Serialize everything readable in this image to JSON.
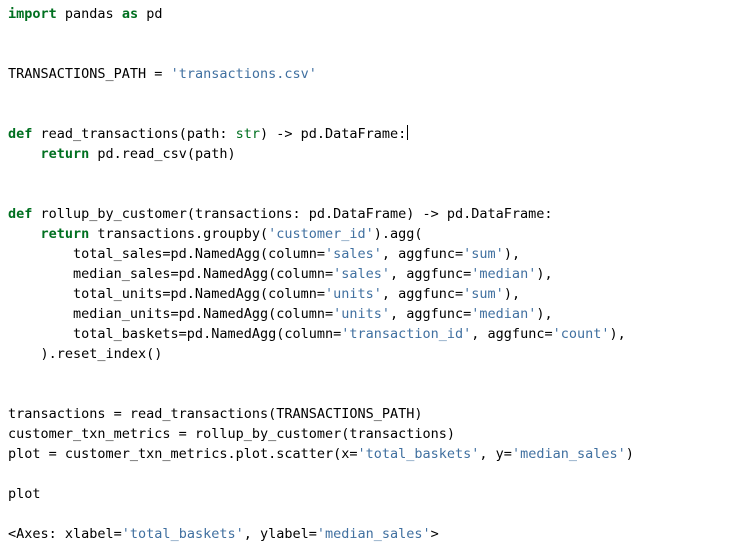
{
  "editor": {
    "language": "python",
    "colors": {
      "background": "#ffffff",
      "keyword": "#007020",
      "builtin": "#007020",
      "string": "#4070a0",
      "text": "#000000",
      "caret": "#000000"
    },
    "caret": {
      "visible": true,
      "after_line_index": 6
    }
  },
  "code": {
    "lines": [
      [
        {
          "t": "kw",
          "v": "import"
        },
        {
          "t": "plain",
          "v": " pandas "
        },
        {
          "t": "kw",
          "v": "as"
        },
        {
          "t": "plain",
          "v": " pd"
        }
      ],
      [],
      [],
      [
        {
          "t": "plain",
          "v": "TRANSACTIONS_PATH = "
        },
        {
          "t": "str",
          "v": "'transactions.csv'"
        }
      ],
      [],
      [],
      [
        {
          "t": "kw",
          "v": "def"
        },
        {
          "t": "plain",
          "v": " read_transactions(path: "
        },
        {
          "t": "bi",
          "v": "str"
        },
        {
          "t": "plain",
          "v": ") -> pd.DataFrame:"
        },
        {
          "t": "caret",
          "v": ""
        }
      ],
      [
        {
          "t": "plain",
          "v": "    "
        },
        {
          "t": "kw",
          "v": "return"
        },
        {
          "t": "plain",
          "v": " pd.read_csv(path)"
        }
      ],
      [],
      [],
      [
        {
          "t": "kw",
          "v": "def"
        },
        {
          "t": "plain",
          "v": " rollup_by_customer(transactions: pd.DataFrame) -> pd.DataFrame:"
        }
      ],
      [
        {
          "t": "plain",
          "v": "    "
        },
        {
          "t": "kw",
          "v": "return"
        },
        {
          "t": "plain",
          "v": " transactions.groupby("
        },
        {
          "t": "str",
          "v": "'customer_id'"
        },
        {
          "t": "plain",
          "v": ").agg("
        }
      ],
      [
        {
          "t": "plain",
          "v": "        total_sales=pd.NamedAgg(column="
        },
        {
          "t": "str",
          "v": "'sales'"
        },
        {
          "t": "plain",
          "v": ", aggfunc="
        },
        {
          "t": "str",
          "v": "'sum'"
        },
        {
          "t": "plain",
          "v": "),"
        }
      ],
      [
        {
          "t": "plain",
          "v": "        median_sales=pd.NamedAgg(column="
        },
        {
          "t": "str",
          "v": "'sales'"
        },
        {
          "t": "plain",
          "v": ", aggfunc="
        },
        {
          "t": "str",
          "v": "'median'"
        },
        {
          "t": "plain",
          "v": "),"
        }
      ],
      [
        {
          "t": "plain",
          "v": "        total_units=pd.NamedAgg(column="
        },
        {
          "t": "str",
          "v": "'units'"
        },
        {
          "t": "plain",
          "v": ", aggfunc="
        },
        {
          "t": "str",
          "v": "'sum'"
        },
        {
          "t": "plain",
          "v": "),"
        }
      ],
      [
        {
          "t": "plain",
          "v": "        median_units=pd.NamedAgg(column="
        },
        {
          "t": "str",
          "v": "'units'"
        },
        {
          "t": "plain",
          "v": ", aggfunc="
        },
        {
          "t": "str",
          "v": "'median'"
        },
        {
          "t": "plain",
          "v": "),"
        }
      ],
      [
        {
          "t": "plain",
          "v": "        total_baskets=pd.NamedAgg(column="
        },
        {
          "t": "str",
          "v": "'transaction_id'"
        },
        {
          "t": "plain",
          "v": ", aggfunc="
        },
        {
          "t": "str",
          "v": "'count'"
        },
        {
          "t": "plain",
          "v": "),"
        }
      ],
      [
        {
          "t": "plain",
          "v": "    ).reset_index()"
        }
      ],
      [],
      [],
      [
        {
          "t": "plain",
          "v": "transactions = read_transactions(TRANSACTIONS_PATH)"
        }
      ],
      [
        {
          "t": "plain",
          "v": "customer_txn_metrics = rollup_by_customer(transactions)"
        }
      ],
      [
        {
          "t": "plain",
          "v": "plot = customer_txn_metrics.plot.scatter(x="
        },
        {
          "t": "str",
          "v": "'total_baskets'"
        },
        {
          "t": "plain",
          "v": ", y="
        },
        {
          "t": "str",
          "v": "'median_sales'"
        },
        {
          "t": "plain",
          "v": ")"
        }
      ],
      [],
      [
        {
          "t": "plain",
          "v": "plot"
        }
      ],
      [],
      [
        {
          "t": "plain",
          "v": "<Axes: xlabel="
        },
        {
          "t": "str",
          "v": "'total_baskets'"
        },
        {
          "t": "plain",
          "v": ", ylabel="
        },
        {
          "t": "str",
          "v": "'median_sales'"
        },
        {
          "t": "plain",
          "v": ">"
        }
      ]
    ]
  }
}
